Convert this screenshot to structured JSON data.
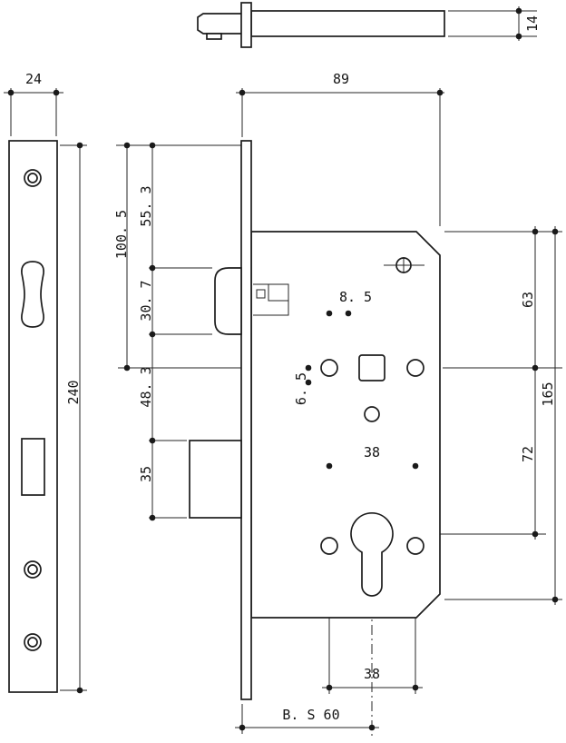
{
  "drawing": {
    "ink_color": "#1c1c1c",
    "dims": {
      "latch_height": "14",
      "plate_width": "24",
      "case_width": "89",
      "plate_height": "240",
      "top_to_latch": "55. 3",
      "top_to_center": "100. 5",
      "latch_height_span": "30. 7",
      "latch_to_bolt": "48. 3",
      "bolt_height_span": "35",
      "hub_offset": "8. 5",
      "hub_drop": "6. 5",
      "hub_hole_spacing": "38",
      "case_top_to_center": "63",
      "hole_span_overall": "165",
      "center_to_cylinder": "72",
      "cylinder_hole_spacing": "38",
      "backset": "B. S 60"
    }
  }
}
